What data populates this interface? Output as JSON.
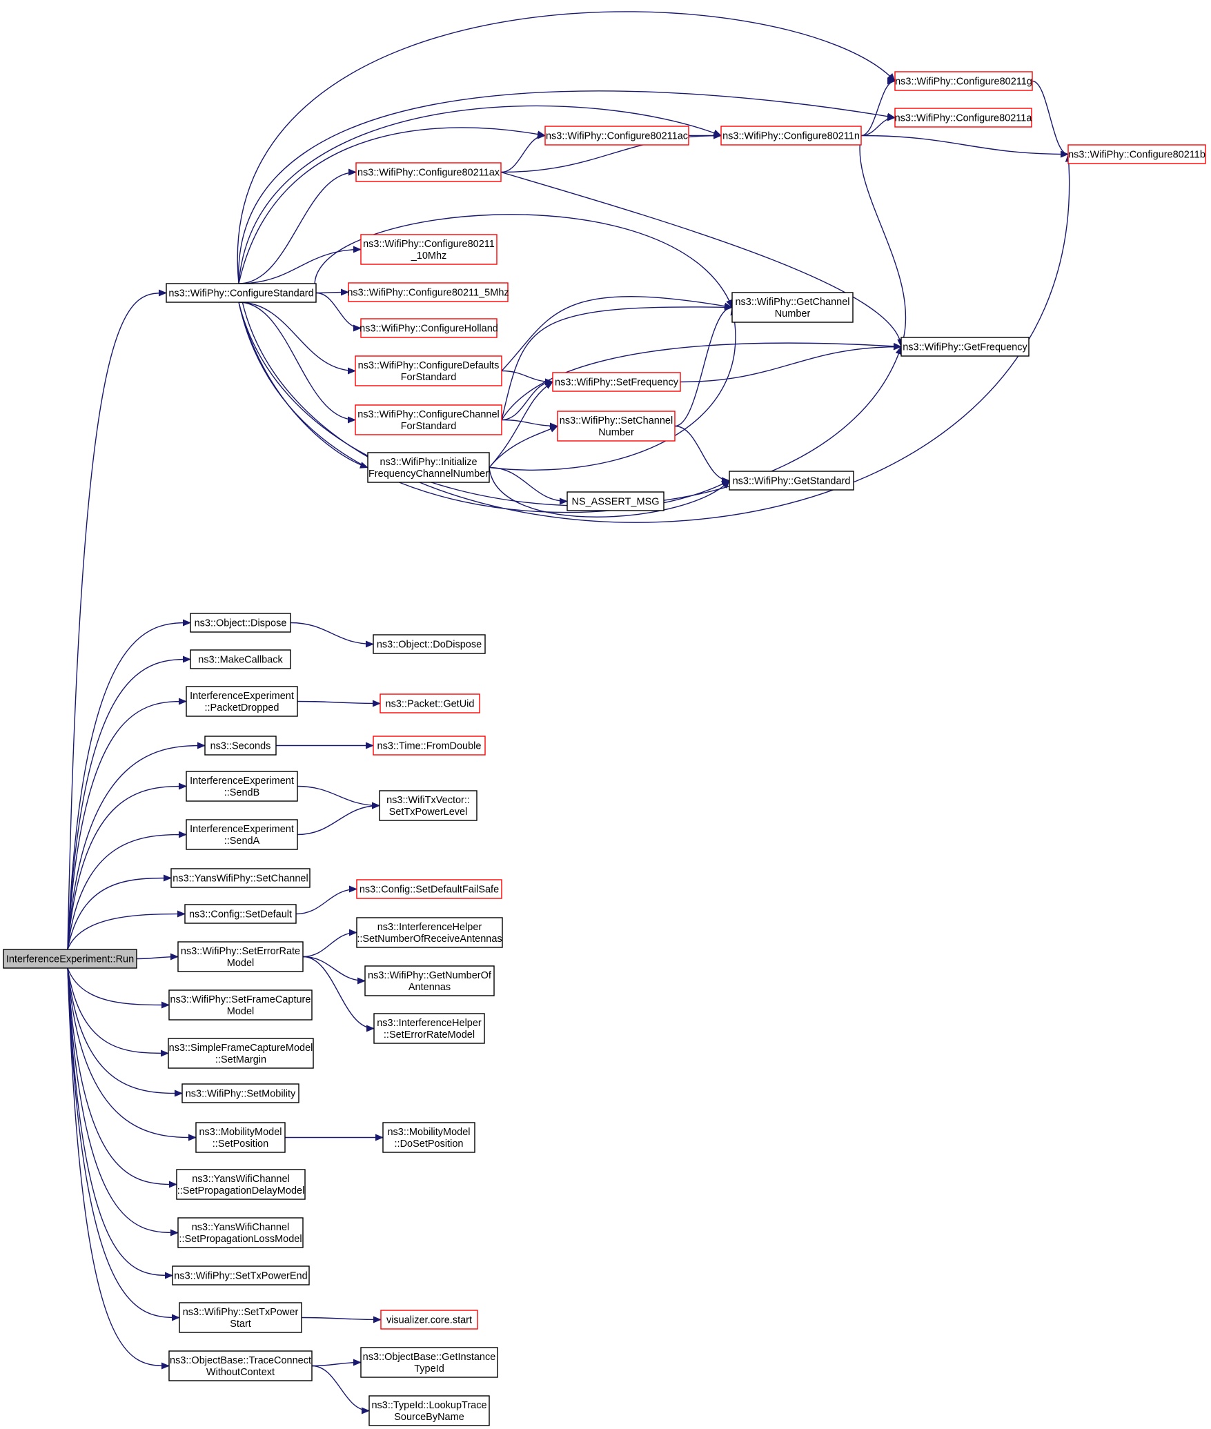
{
  "colors": {
    "edge": "#191970",
    "external_border": "#ff0000",
    "node_border": "#000000",
    "root_fill": "#bfbfbf"
  },
  "nodes": {
    "run": {
      "lines": [
        "InterferenceExperiment::Run"
      ],
      "kind": "root"
    },
    "configureStandard": {
      "lines": [
        "ns3::WifiPhy::ConfigureStandard"
      ],
      "kind": "normal"
    },
    "c80211g": {
      "lines": [
        "ns3::WifiPhy::Configure80211g"
      ],
      "kind": "ext"
    },
    "c80211a": {
      "lines": [
        "ns3::WifiPhy::Configure80211a"
      ],
      "kind": "ext"
    },
    "c80211ac": {
      "lines": [
        "ns3::WifiPhy::Configure80211ac"
      ],
      "kind": "ext"
    },
    "c80211n": {
      "lines": [
        "ns3::WifiPhy::Configure80211n"
      ],
      "kind": "ext"
    },
    "c80211b": {
      "lines": [
        "ns3::WifiPhy::Configure80211b"
      ],
      "kind": "ext"
    },
    "c80211ax": {
      "lines": [
        "ns3::WifiPhy::Configure80211ax"
      ],
      "kind": "ext"
    },
    "c10mhz": {
      "lines": [
        "ns3::WifiPhy::Configure80211",
        "_10Mhz"
      ],
      "kind": "ext"
    },
    "c5mhz": {
      "lines": [
        "ns3::WifiPhy::Configure80211_5Mhz"
      ],
      "kind": "ext"
    },
    "holland": {
      "lines": [
        "ns3::WifiPhy::ConfigureHolland"
      ],
      "kind": "ext"
    },
    "defaults": {
      "lines": [
        "ns3::WifiPhy::ConfigureDefaults",
        "ForStandard"
      ],
      "kind": "ext"
    },
    "chanForStd": {
      "lines": [
        "ns3::WifiPhy::ConfigureChannel",
        "ForStandard"
      ],
      "kind": "ext"
    },
    "initFreq": {
      "lines": [
        "ns3::WifiPhy::Initialize",
        "FrequencyChannelNumber"
      ],
      "kind": "normal"
    },
    "getChannel": {
      "lines": [
        "ns3::WifiPhy::GetChannel",
        "Number"
      ],
      "kind": "normal"
    },
    "getFreq": {
      "lines": [
        "ns3::WifiPhy::GetFrequency"
      ],
      "kind": "normal"
    },
    "setFreq": {
      "lines": [
        "ns3::WifiPhy::SetFrequency"
      ],
      "kind": "ext"
    },
    "setChannel": {
      "lines": [
        "ns3::WifiPhy::SetChannel",
        "Number"
      ],
      "kind": "ext"
    },
    "getStandard": {
      "lines": [
        "ns3::WifiPhy::GetStandard"
      ],
      "kind": "normal"
    },
    "assertMsg": {
      "lines": [
        "NS_ASSERT_MSG"
      ],
      "kind": "normal"
    },
    "dispose": {
      "lines": [
        "ns3::Object::Dispose"
      ],
      "kind": "normal"
    },
    "doDispose": {
      "lines": [
        "ns3::Object::DoDispose"
      ],
      "kind": "normal"
    },
    "makeCallback": {
      "lines": [
        "ns3::MakeCallback"
      ],
      "kind": "normal"
    },
    "packetDropped": {
      "lines": [
        "InterferenceExperiment",
        "::PacketDropped"
      ],
      "kind": "normal"
    },
    "getUid": {
      "lines": [
        "ns3::Packet::GetUid"
      ],
      "kind": "ext"
    },
    "seconds": {
      "lines": [
        "ns3::Seconds"
      ],
      "kind": "normal"
    },
    "fromDouble": {
      "lines": [
        "ns3::Time::FromDouble"
      ],
      "kind": "ext"
    },
    "sendB": {
      "lines": [
        "InterferenceExperiment",
        "::SendB"
      ],
      "kind": "normal"
    },
    "sendA": {
      "lines": [
        "InterferenceExperiment",
        "::SendA"
      ],
      "kind": "normal"
    },
    "txPowerLevel": {
      "lines": [
        "ns3::WifiTxVector::",
        "SetTxPowerLevel"
      ],
      "kind": "normal"
    },
    "yansSetChannel": {
      "lines": [
        "ns3::YansWifiPhy::SetChannel"
      ],
      "kind": "normal"
    },
    "configSetDefault": {
      "lines": [
        "ns3::Config::SetDefault"
      ],
      "kind": "normal"
    },
    "failSafe": {
      "lines": [
        "ns3::Config::SetDefaultFailSafe"
      ],
      "kind": "ext"
    },
    "setErrorRate": {
      "lines": [
        "ns3::WifiPhy::SetErrorRate",
        "Model"
      ],
      "kind": "normal"
    },
    "recvAntennas": {
      "lines": [
        "ns3::InterferenceHelper",
        "::SetNumberOfReceiveAntennas"
      ],
      "kind": "normal"
    },
    "numAntennas": {
      "lines": [
        "ns3::WifiPhy::GetNumberOf",
        "Antennas"
      ],
      "kind": "normal"
    },
    "ihErrorRate": {
      "lines": [
        "ns3::InterferenceHelper",
        "::SetErrorRateModel"
      ],
      "kind": "normal"
    },
    "frameCapture": {
      "lines": [
        "ns3::WifiPhy::SetFrameCapture",
        "Model"
      ],
      "kind": "normal"
    },
    "setMargin": {
      "lines": [
        "ns3::SimpleFrameCaptureModel",
        "::SetMargin"
      ],
      "kind": "normal"
    },
    "setMobility": {
      "lines": [
        "ns3::WifiPhy::SetMobility"
      ],
      "kind": "normal"
    },
    "setPosition": {
      "lines": [
        "ns3::MobilityModel",
        "::SetPosition"
      ],
      "kind": "normal"
    },
    "doSetPosition": {
      "lines": [
        "ns3::MobilityModel",
        "::DoSetPosition"
      ],
      "kind": "normal"
    },
    "propDelay": {
      "lines": [
        "ns3::YansWifiChannel",
        "::SetPropagationDelayModel"
      ],
      "kind": "normal"
    },
    "propLoss": {
      "lines": [
        "ns3::YansWifiChannel",
        "::SetPropagationLossModel"
      ],
      "kind": "normal"
    },
    "txPowerEnd": {
      "lines": [
        "ns3::WifiPhy::SetTxPowerEnd"
      ],
      "kind": "normal"
    },
    "txPowerStart": {
      "lines": [
        "ns3::WifiPhy::SetTxPower",
        "Start"
      ],
      "kind": "normal"
    },
    "vizStart": {
      "lines": [
        "visualizer.core.start"
      ],
      "kind": "ext"
    },
    "traceConnect": {
      "lines": [
        "ns3::ObjectBase::TraceConnect",
        "WithoutContext"
      ],
      "kind": "normal"
    },
    "getInstanceTypeId": {
      "lines": [
        "ns3::ObjectBase::GetInstance",
        "TypeId"
      ],
      "kind": "normal"
    },
    "lookupTrace": {
      "lines": [
        "ns3::TypeId::LookupTrace",
        "SourceByName"
      ],
      "kind": "normal"
    }
  },
  "edges": [
    [
      "run",
      "configureStandard"
    ],
    [
      "run",
      "dispose"
    ],
    [
      "run",
      "makeCallback"
    ],
    [
      "run",
      "packetDropped"
    ],
    [
      "run",
      "seconds"
    ],
    [
      "run",
      "sendB"
    ],
    [
      "run",
      "sendA"
    ],
    [
      "run",
      "yansSetChannel"
    ],
    [
      "run",
      "configSetDefault"
    ],
    [
      "run",
      "setErrorRate"
    ],
    [
      "run",
      "frameCapture"
    ],
    [
      "run",
      "setMargin"
    ],
    [
      "run",
      "setMobility"
    ],
    [
      "run",
      "setPosition"
    ],
    [
      "run",
      "propDelay"
    ],
    [
      "run",
      "propLoss"
    ],
    [
      "run",
      "txPowerEnd"
    ],
    [
      "run",
      "txPowerStart"
    ],
    [
      "run",
      "traceConnect"
    ],
    [
      "configureStandard",
      "c80211g"
    ],
    [
      "configureStandard",
      "c80211a"
    ],
    [
      "configureStandard",
      "c80211n"
    ],
    [
      "configureStandard",
      "c80211ac"
    ],
    [
      "configureStandard",
      "c80211ax"
    ],
    [
      "configureStandard",
      "getChannel"
    ],
    [
      "configureStandard",
      "c10mhz"
    ],
    [
      "configureStandard",
      "c5mhz"
    ],
    [
      "configureStandard",
      "holland"
    ],
    [
      "configureStandard",
      "defaults"
    ],
    [
      "configureStandard",
      "chanForStd"
    ],
    [
      "configureStandard",
      "initFreq"
    ],
    [
      "configureStandard",
      "getStandard"
    ],
    [
      "configureStandard",
      "getFreq"
    ],
    [
      "configureStandard",
      "c80211b"
    ],
    [
      "c80211ac",
      "c80211n"
    ],
    [
      "c80211ax",
      "c80211ac"
    ],
    [
      "c80211ax",
      "c80211n"
    ],
    [
      "c80211ax",
      "getFreq"
    ],
    [
      "c80211n",
      "c80211g"
    ],
    [
      "c80211n",
      "c80211a"
    ],
    [
      "c80211n",
      "c80211b"
    ],
    [
      "c80211n",
      "getFreq"
    ],
    [
      "c80211g",
      "c80211b"
    ],
    [
      "defaults",
      "getChannel"
    ],
    [
      "defaults",
      "setFreq"
    ],
    [
      "chanForStd",
      "getChannel"
    ],
    [
      "chanForStd",
      "getFreq"
    ],
    [
      "chanForStd",
      "setFreq"
    ],
    [
      "chanForStd",
      "setChannel"
    ],
    [
      "initFreq",
      "setFreq"
    ],
    [
      "initFreq",
      "setChannel"
    ],
    [
      "initFreq",
      "getChannel"
    ],
    [
      "initFreq",
      "assertMsg"
    ],
    [
      "initFreq",
      "getStandard"
    ],
    [
      "setFreq",
      "getFreq"
    ],
    [
      "setChannel",
      "getChannel"
    ],
    [
      "setChannel",
      "getStandard"
    ],
    [
      "dispose",
      "doDispose"
    ],
    [
      "packetDropped",
      "getUid"
    ],
    [
      "seconds",
      "fromDouble"
    ],
    [
      "sendB",
      "txPowerLevel"
    ],
    [
      "sendA",
      "txPowerLevel"
    ],
    [
      "configSetDefault",
      "failSafe"
    ],
    [
      "setErrorRate",
      "recvAntennas"
    ],
    [
      "setErrorRate",
      "numAntennas"
    ],
    [
      "setErrorRate",
      "ihErrorRate"
    ],
    [
      "setPosition",
      "doSetPosition"
    ],
    [
      "txPowerStart",
      "vizStart"
    ],
    [
      "traceConnect",
      "getInstanceTypeId"
    ],
    [
      "traceConnect",
      "lookupTrace"
    ]
  ]
}
